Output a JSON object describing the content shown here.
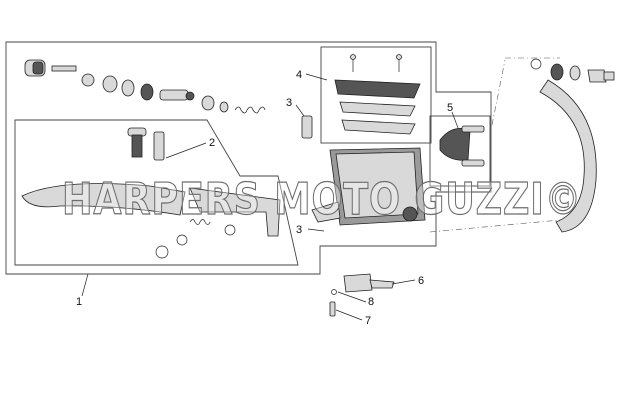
{
  "callouts": {
    "c1": "1",
    "c2": "2",
    "c3a": "3",
    "c3b": "3",
    "c4": "4",
    "c5": "5",
    "c6": "6",
    "c7": "7",
    "c8": "8"
  },
  "watermark": "HARPERS MOTO GUZZI©"
}
